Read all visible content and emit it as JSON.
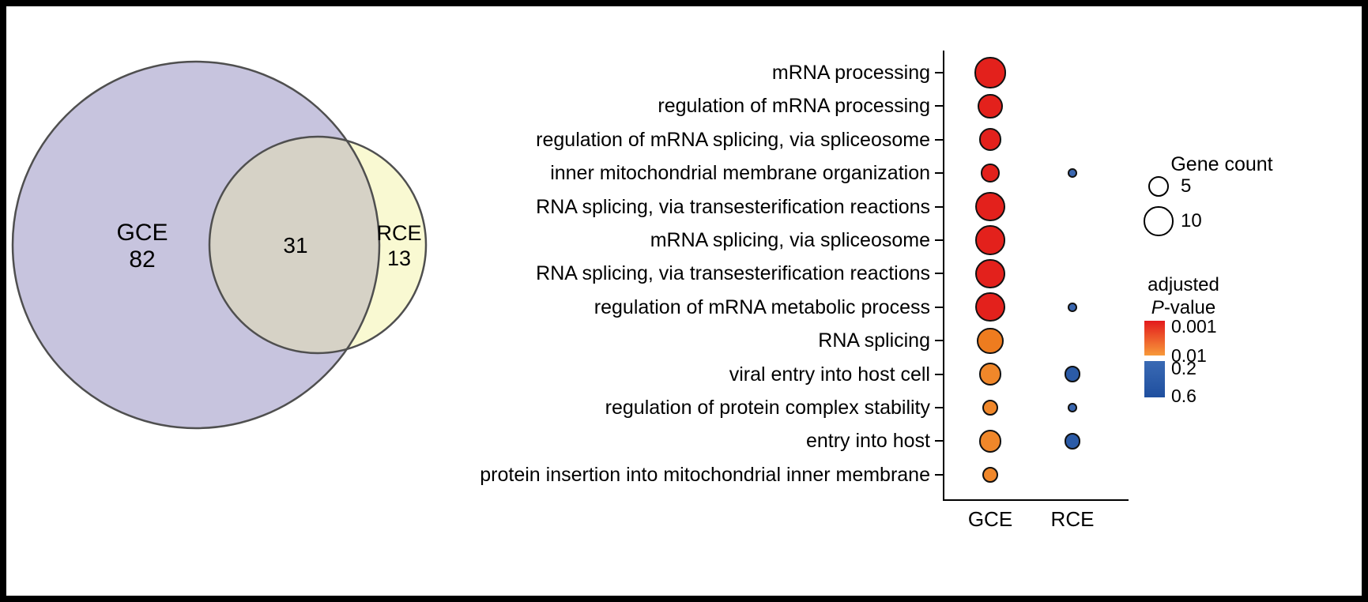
{
  "venn": {
    "left_label": "GCE",
    "left_count": "82",
    "overlap_count": "31",
    "right_label": "RCE",
    "right_count": "13",
    "left_fill": "#c7c4de",
    "right_fill": "#f9f9d2",
    "overlap_fill": "#d6d2c6",
    "outline": "#4f4f4f"
  },
  "chart_data": {
    "type": "scatter",
    "subtype": "go-enrichment-dot-plot",
    "columns": [
      "GCE",
      "RCE"
    ],
    "size_encoding": "Gene count",
    "color_encoding": "adjusted P-value",
    "rows": [
      {
        "label": "mRNA processing",
        "values": {
          "GCE": {
            "gene_count": 11,
            "p_adjust": 0.001,
            "color": "#e3211c"
          },
          "RCE": null
        }
      },
      {
        "label": "regulation of mRNA processing",
        "values": {
          "GCE": {
            "gene_count": 7,
            "p_adjust": 0.001,
            "color": "#e3211c"
          },
          "RCE": null
        }
      },
      {
        "label": "regulation of mRNA splicing, via spliceosome",
        "values": {
          "GCE": {
            "gene_count": 6,
            "p_adjust": 0.001,
            "color": "#e3211c"
          },
          "RCE": null
        }
      },
      {
        "label": "inner mitochondrial membrane organization",
        "values": {
          "GCE": {
            "gene_count": 4,
            "p_adjust": 0.001,
            "color": "#e3211c"
          },
          "RCE": {
            "gene_count": 1,
            "p_adjust": 0.3,
            "color": "#3a67b0"
          }
        }
      },
      {
        "label": "RNA splicing, via transesterification reactions",
        "values": {
          "GCE": {
            "gene_count": 10,
            "p_adjust": 0.001,
            "color": "#e3211c"
          },
          "RCE": null
        }
      },
      {
        "label": "mRNA splicing, via spliceosome",
        "values": {
          "GCE": {
            "gene_count": 10,
            "p_adjust": 0.001,
            "color": "#e3211c"
          },
          "RCE": null
        }
      },
      {
        "label": "RNA splicing, via transesterification reactions",
        "values": {
          "GCE": {
            "gene_count": 10,
            "p_adjust": 0.001,
            "color": "#e3211c"
          },
          "RCE": null
        }
      },
      {
        "label": "regulation of mRNA metabolic process",
        "values": {
          "GCE": {
            "gene_count": 10,
            "p_adjust": 0.001,
            "color": "#e3211c"
          },
          "RCE": {
            "gene_count": 1,
            "p_adjust": 0.3,
            "color": "#3a67b0"
          }
        }
      },
      {
        "label": "RNA splicing",
        "values": {
          "GCE": {
            "gene_count": 8,
            "p_adjust": 0.005,
            "color": "#ee7c1f"
          },
          "RCE": null
        }
      },
      {
        "label": "viral entry into host cell",
        "values": {
          "GCE": {
            "gene_count": 6,
            "p_adjust": 0.01,
            "color": "#f0872a"
          },
          "RCE": {
            "gene_count": 3,
            "p_adjust": 0.3,
            "color": "#2b5ba7"
          }
        }
      },
      {
        "label": "regulation of protein complex stability",
        "values": {
          "GCE": {
            "gene_count": 3,
            "p_adjust": 0.01,
            "color": "#f0872a"
          },
          "RCE": {
            "gene_count": 1,
            "p_adjust": 0.3,
            "color": "#3a67b0"
          }
        }
      },
      {
        "label": "entry into host",
        "values": {
          "GCE": {
            "gene_count": 6,
            "p_adjust": 0.01,
            "color": "#f0872a"
          },
          "RCE": {
            "gene_count": 3,
            "p_adjust": 0.3,
            "color": "#2b5ba7"
          }
        }
      },
      {
        "label": "protein insertion into mitochondrial inner membrane",
        "values": {
          "GCE": {
            "gene_count": 3,
            "p_adjust": 0.01,
            "color": "#f0872a"
          },
          "RCE": null
        }
      }
    ],
    "legend": {
      "gene_count_title": "Gene count",
      "gene_count_items": [
        {
          "label": "5",
          "count": 5
        },
        {
          "label": "10",
          "count": 10
        }
      ],
      "pvalue_title_line1": "adjusted",
      "pvalue_title_P": "P",
      "pvalue_title_rest": "-value",
      "red_bar_labels": [
        "0.001",
        "0.01"
      ],
      "blue_bar_labels": [
        "0.2",
        "0.6"
      ],
      "red_top": "#e31a1c",
      "red_bottom": "#f79a3a",
      "blue_top": "#3a6ab4",
      "blue_bottom": "#1f4f9f"
    }
  }
}
